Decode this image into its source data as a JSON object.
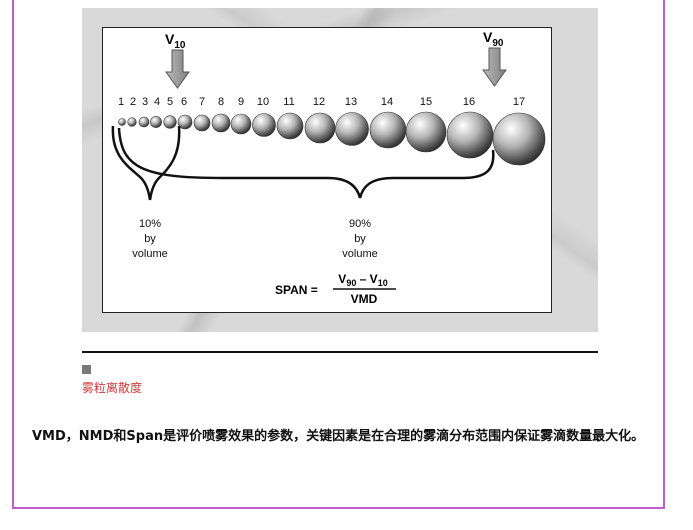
{
  "figure": {
    "v10_label": "V",
    "v10_sub": "10",
    "v90_label": "V",
    "v90_sub": "90",
    "numbers": [
      "1",
      "2",
      "3",
      "4",
      "5",
      "6",
      "7",
      "8",
      "9",
      "10",
      "11",
      "12",
      "13",
      "14",
      "15",
      "16",
      "17"
    ],
    "group_10": [
      "10%",
      "by",
      "volume"
    ],
    "group_90": [
      "90%",
      "by",
      "volume"
    ],
    "span_label": "SPAN =",
    "formula_v90": "V",
    "formula_v90_sub": "90",
    "formula_minus": " – ",
    "formula_v10": "V",
    "formula_v10_sub": "10",
    "formula_denominator": "VMD"
  },
  "caption": "雾粒离散度",
  "paragraph": "VMD，NMD和Span是评价喷雾效果的参数，关键因素是在合理的雾滴分布范围内保证雾滴数量最大化。"
}
